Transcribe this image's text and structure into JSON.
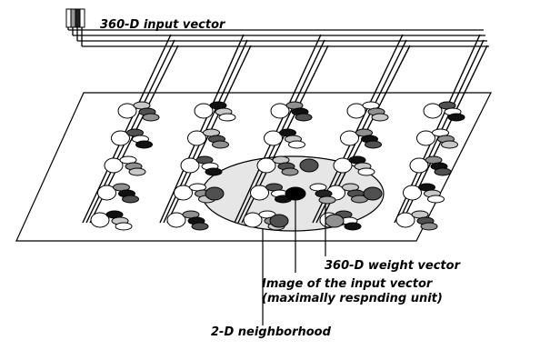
{
  "labels": {
    "input_vector": "360-D input vector",
    "weight_vector": "360-D weight vector",
    "image_line1": "Image of the input vector",
    "image_line2": "(maximally respnding unit)",
    "neighborhood": "2-D neighborhood"
  },
  "grid": {
    "rows": 5,
    "cols": 5
  },
  "colors": {
    "ink": "#000000",
    "neighborhood_fill": "#e6e6e6",
    "node_fills": [
      "#ffffff",
      "#c8c8c8",
      "#909090",
      "#505050",
      "#111111"
    ]
  }
}
